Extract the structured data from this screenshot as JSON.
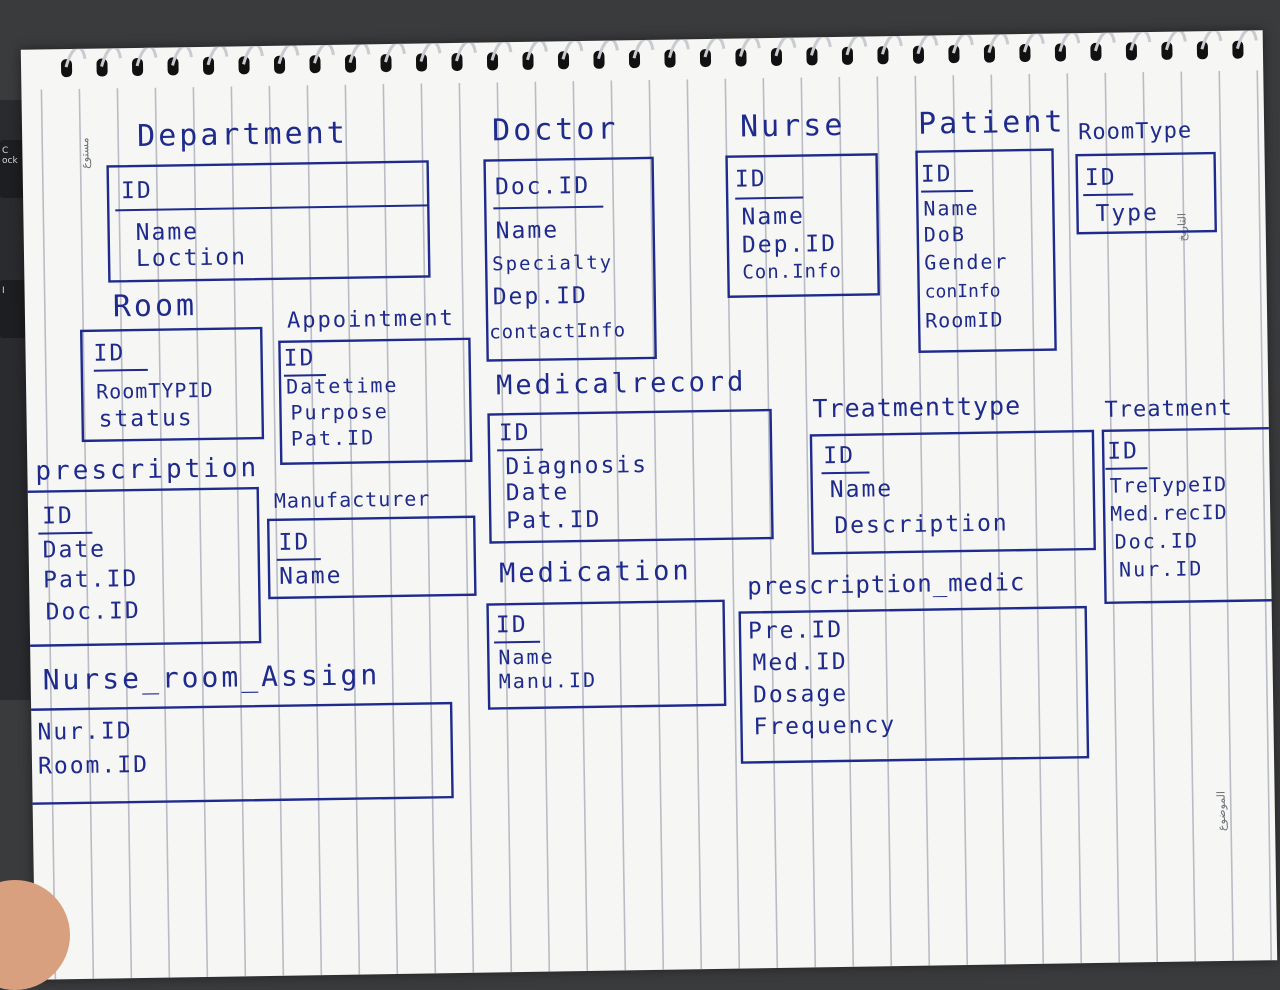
{
  "side_labels": {
    "left_top": "مستوع",
    "right_top": "التاريخ",
    "right_bottom": "الموضوع"
  },
  "keyboard": {
    "key1": "C\nock",
    "key2": "I"
  },
  "entities": [
    {
      "name": "Department",
      "fields": [
        "ID",
        "Name",
        "Loction"
      ]
    },
    {
      "name": "Doctor",
      "fields": [
        "Doc.ID",
        "Name",
        "Specialty",
        "Dep.ID",
        "contactInfo"
      ]
    },
    {
      "name": "Nurse",
      "fields": [
        "ID",
        "Name",
        "Dep.ID",
        "Con.Info"
      ]
    },
    {
      "name": "Patient",
      "fields": [
        "ID",
        "Name",
        "DoB",
        "Gender",
        "conInfo",
        "RoomID"
      ]
    },
    {
      "name": "RoomType",
      "fields": [
        "ID",
        "Type"
      ]
    },
    {
      "name": "Room",
      "fields": [
        "ID",
        "RoomTYPID",
        "status"
      ]
    },
    {
      "name": "Appointment",
      "fields": [
        "ID",
        "Datetime",
        "Purpose",
        "Pat.ID"
      ]
    },
    {
      "name": "Medicalrecord",
      "fields": [
        "ID",
        "Diagnosis",
        "Date",
        "Pat.ID"
      ]
    },
    {
      "name": "Treatmenttype",
      "fields": [
        "ID",
        "Name",
        "Description"
      ]
    },
    {
      "name": "Treatment",
      "fields": [
        "ID",
        "TreTypeID",
        "Med.recID",
        "Doc.ID",
        "Nur.ID"
      ]
    },
    {
      "name": "prescription",
      "fields": [
        "ID",
        "Date",
        "Pat.ID",
        "Doc.ID"
      ]
    },
    {
      "name": "Manufacturer",
      "fields": [
        "ID",
        "Name"
      ]
    },
    {
      "name": "Medication",
      "fields": [
        "ID",
        "Name",
        "Manu.ID"
      ]
    },
    {
      "name": "prescription_medic",
      "fields": [
        "Pre.ID",
        "Med.ID",
        "Dosage",
        "Frequency"
      ]
    },
    {
      "name": "Nurse_room_Assign",
      "fields": [
        "Nur.ID",
        "Room.ID"
      ]
    }
  ]
}
